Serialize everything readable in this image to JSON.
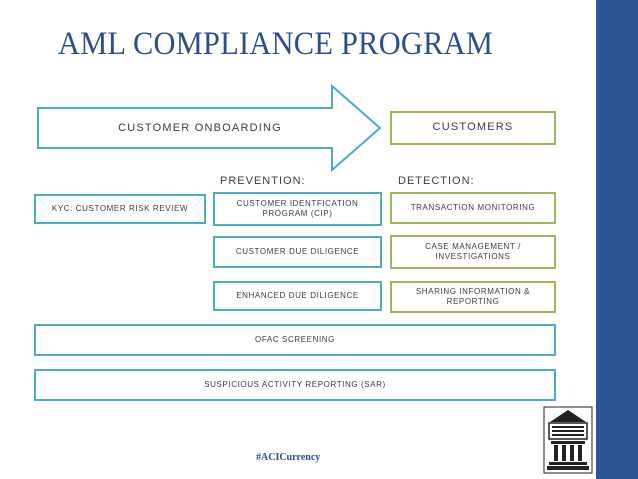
{
  "title": "AML COMPLIANCE PROGRAM",
  "onboarding": "CUSTOMER ONBOARDING",
  "customers": "CUSTOMERS",
  "prevention": {
    "label": "PREVENTION:",
    "items": [
      "CUSTOMER IDENTFICATION PROGRAM (CIP)",
      "CUSTOMER DUE DILIGENCE",
      "ENHANCED DUE DILIGENCE"
    ]
  },
  "detection": {
    "label": "DETECTION:",
    "items": [
      "TRANSACTION MONITORING",
      "CASE MANAGEMENT / INVESTIGATIONS",
      "SHARING INFORMATION & REPORTING"
    ]
  },
  "kyc": "KYC: CUSTOMER RISK REVIEW",
  "ofac": "OFAC SCREENING",
  "sar": "SUSPICIOUS ACTIVITY REPORTING (SAR)",
  "hashtag": "#ACICurrency",
  "colors": {
    "blue_border": "#4bacc6",
    "green_border": "#9bbb59",
    "sidebar": "#2f5496",
    "title": "#2b4e8c"
  },
  "icons": {
    "logo": "american-conference-institute-logo"
  }
}
